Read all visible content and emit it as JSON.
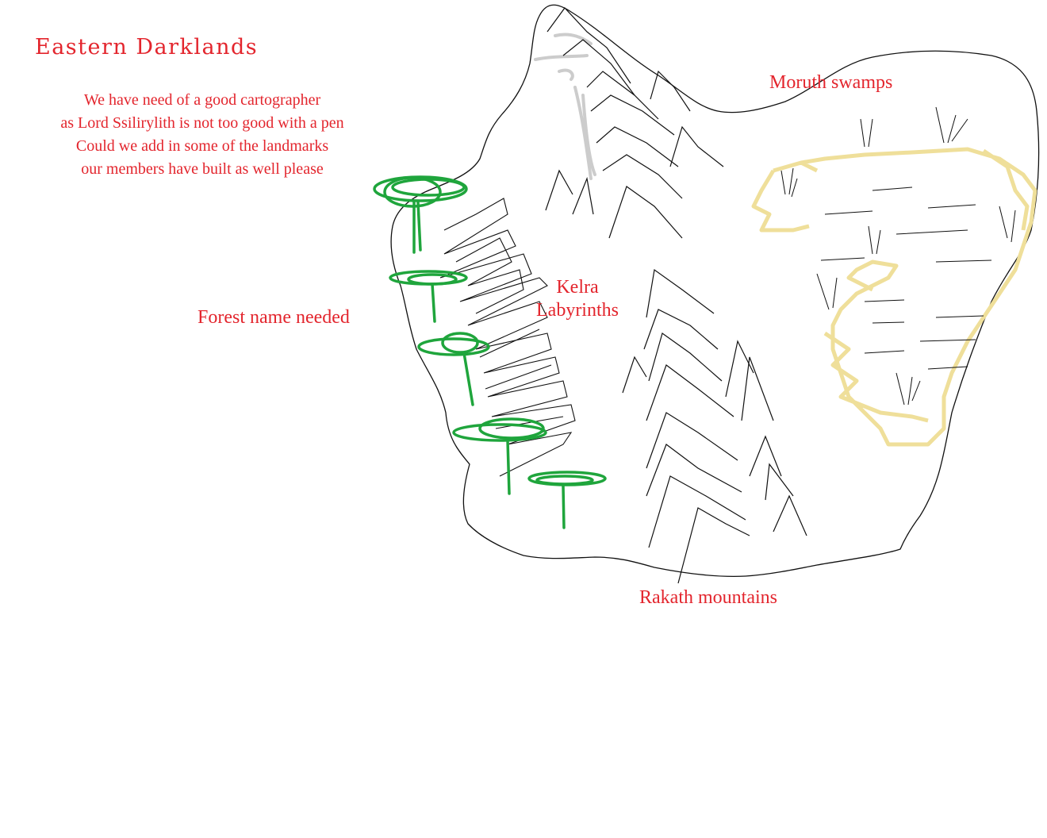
{
  "map": {
    "title": "Eastern Darklands",
    "intro_lines": [
      "We have need of a good cartographer",
      "as Lord Ssilirylith is not too good with a pen",
      "Could we add in some of the landmarks",
      "our members have built as well please"
    ],
    "labels": {
      "forest": "Forest name needed",
      "kelra_line1": "Kelra",
      "kelra_line2": "Labyrinths",
      "moruth": "Moruth swamps",
      "rakath": "Rakath mountains"
    },
    "colors": {
      "text": "#e3252d",
      "forest": "#1fa53c",
      "swamp": "#efdf9a",
      "outline": "#111111",
      "snow": "#cccccc"
    }
  }
}
